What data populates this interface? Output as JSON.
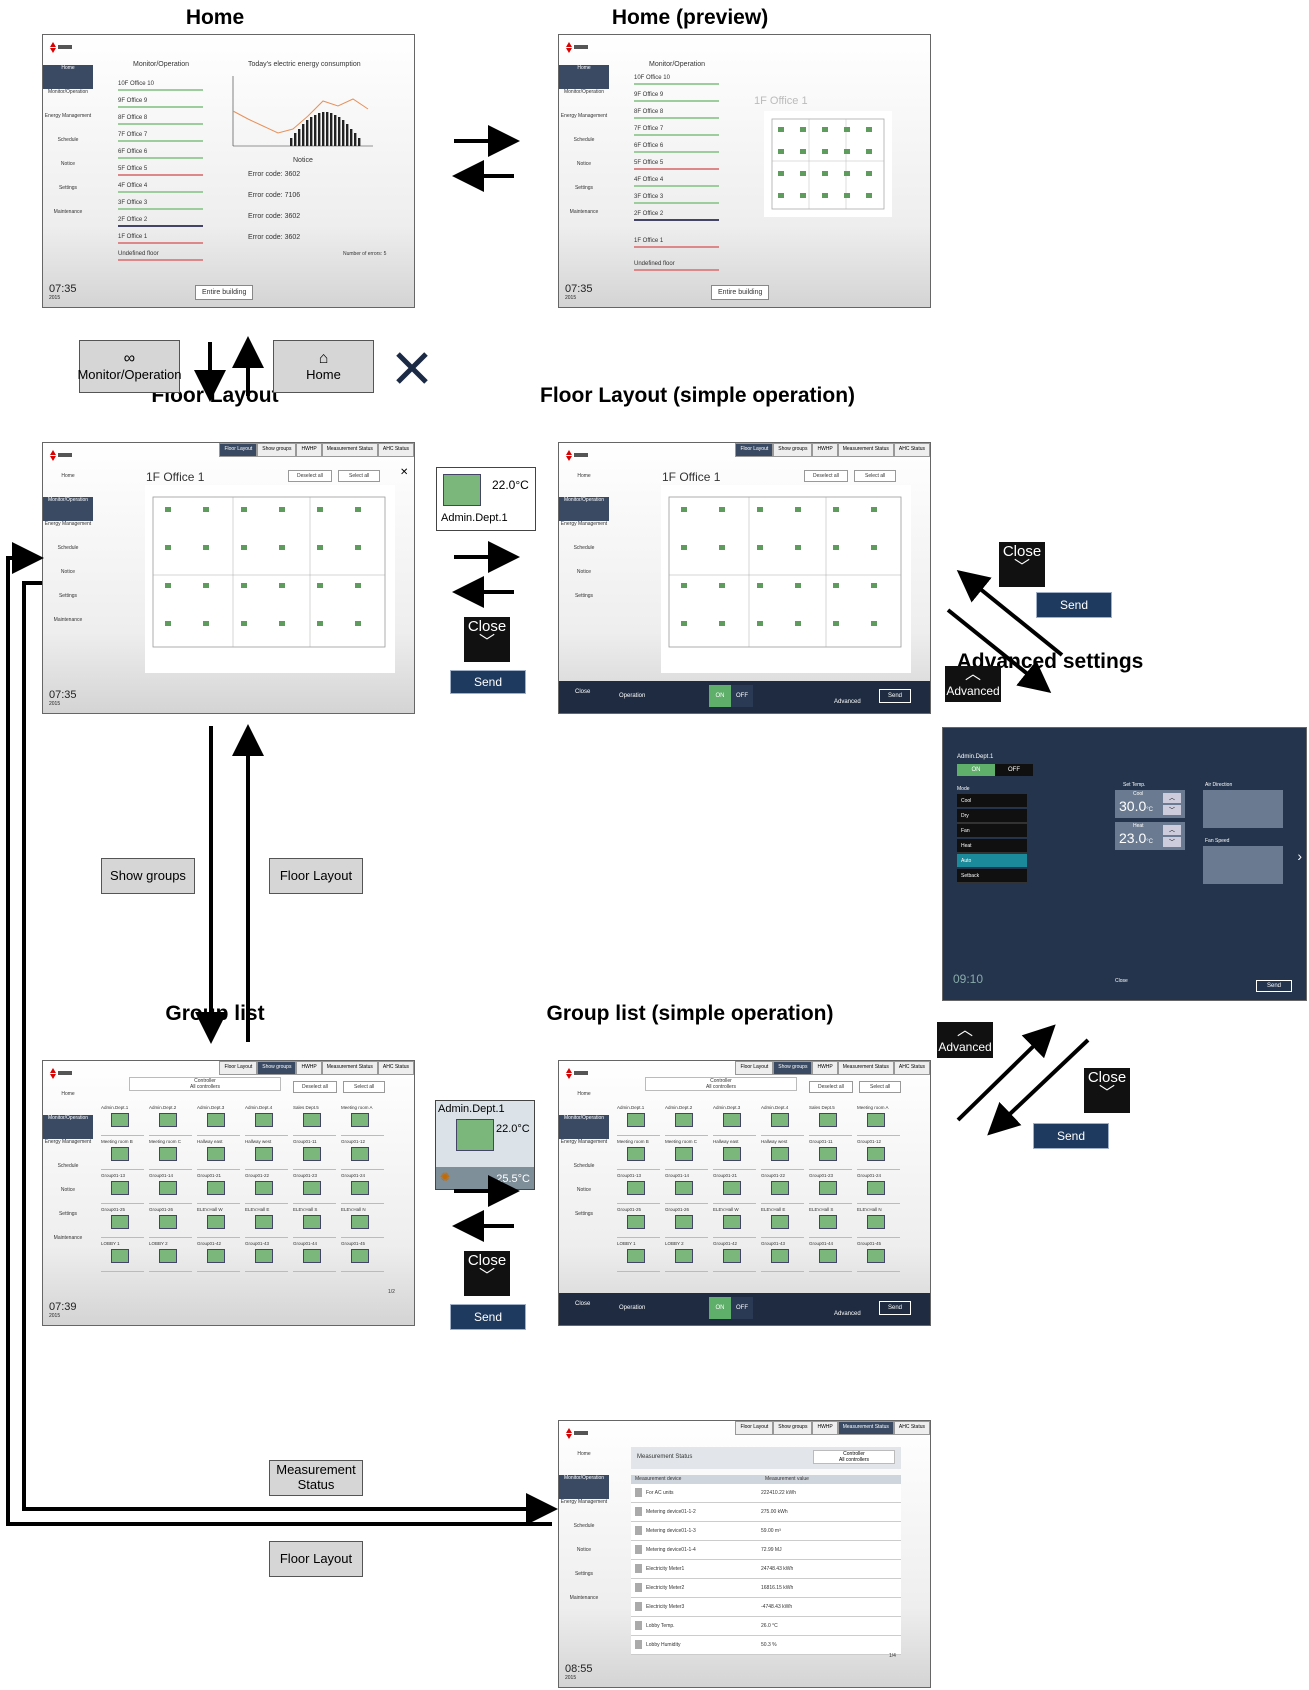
{
  "titles": {
    "home": "Home",
    "home_preview": "Home (preview)",
    "floor_layout": "Floor Layout",
    "floor_layout_simple": "Floor Layout (simple operation)",
    "advanced_settings": "Advanced settings",
    "group_list": "Group list",
    "group_list_simple": "Group list (simple operation)",
    "measurement_status": "Measurement status"
  },
  "buttons": {
    "monitor_operation": "Monitor/Operation",
    "home": "Home",
    "show_groups": "Show groups",
    "floor_layout_1": "Floor Layout",
    "measurement_status": "Measurement Status",
    "floor_layout_2": "Floor Layout"
  },
  "controls": {
    "close": "Close",
    "send": "Send",
    "advanced": "Advanced"
  },
  "popup_floor": {
    "temp": "22.0°C",
    "name": "Admin.Dept.1"
  },
  "popup_group": {
    "name": "Admin.Dept.1",
    "temp": "22.0°C",
    "room_temp": "25.5°C"
  },
  "sidebar": [
    "Home",
    "Monitor/Operation",
    "Energy Management",
    "Schedule",
    "Notice",
    "Settings",
    "Maintenance"
  ],
  "tabs": [
    "Floor Layout",
    "Show groups",
    "HWHP",
    "Measurement Status",
    "AHC Status"
  ],
  "home_screen": {
    "clock": "07:35",
    "date": "2015",
    "monitor_header": "Monitor/Operation",
    "energy_header": "Today's electric energy consumption",
    "notice_header": "Notice",
    "floors": [
      "10F Office 10",
      "9F Office 9",
      "8F Office 8",
      "7F Office 7",
      "6F Office 6",
      "5F Office 5",
      "4F Office 4",
      "3F Office 3",
      "2F Office 2",
      "1F Office 1",
      "Undefined floor"
    ],
    "errors": [
      "Error code: 3602",
      "Error code: 7106",
      "Error code: 3602",
      "Error code: 3602"
    ],
    "errors_count": "Number of errors: 5",
    "entire_building": "Entire building",
    "preview_floor": "1F Office 1",
    "undefined_floor": "Undefined floor"
  },
  "floor_screen": {
    "floor_title": "1F Office 1",
    "deselect_all": "Deselect all",
    "select_all": "Select all",
    "clock": "07:35",
    "operation": "Operation",
    "on": "ON",
    "off": "OFF"
  },
  "group_screen": {
    "controller_label": "Controller",
    "controller_value": "All controllers",
    "clock": "07:39",
    "page": "1/2",
    "groups": [
      "Admin.Dept.1",
      "Admin.Dept.2",
      "Admin.Dept.3",
      "Admin.Dept.4",
      "Sales Dept.5",
      "Meeting room A",
      "Meeting room B",
      "Meeting room C",
      "Hallway east",
      "Hallway west",
      "Group01-11",
      "Group01-12",
      "Group01-13",
      "Group01-14",
      "Group01-21",
      "Group01-22",
      "Group01-23",
      "Group01-24",
      "Group01-25",
      "Group01-26",
      "ELEV.Hall W",
      "ELEV.Hall E",
      "ELEV.Hall S",
      "ELEV.Hall N",
      "LOBBY 1",
      "LOBBY 2",
      "Group01-42",
      "Group01-43",
      "Group01-44",
      "Group01-45"
    ]
  },
  "advanced_screen": {
    "group": "Admin.Dept.1",
    "on": "ON",
    "off": "OFF",
    "mode_label": "Mode",
    "modes": [
      "Cool",
      "Dry",
      "Fan",
      "Heat",
      "Auto",
      "Setback"
    ],
    "set_temp_label": "Set Temp.",
    "cool_label": "Cool",
    "cool_value": "30.0",
    "heat_label": "Heat",
    "heat_value": "23.0",
    "unit": "°C",
    "air_direction": "Air Direction",
    "fan_speed": "Fan Speed",
    "clock": "09:10",
    "close": "Close",
    "send": "Send"
  },
  "measurement_screen": {
    "header": "Measurement Status",
    "controller_label": "Controller",
    "controller_value": "All controllers",
    "col_device": "Measurement device",
    "col_value": "Measurement value",
    "rows": [
      {
        "device": "For AC units",
        "value": "222410.22 kWh"
      },
      {
        "device": "Metering device01-1-2",
        "value": "275.00 kWh"
      },
      {
        "device": "Metering device01-1-3",
        "value": "59.00 m³"
      },
      {
        "device": "Metering device01-1-4",
        "value": "72.99 MJ"
      },
      {
        "device": "Electricity Meter1",
        "value": "24748.43 kWh"
      },
      {
        "device": "Electricity Meter2",
        "value": "16816.15 kWh"
      },
      {
        "device": "Electricity Meter3",
        "value": "-4748.43 kWh"
      },
      {
        "device": "Lobby Temp.",
        "value": "26.0 °C"
      },
      {
        "device": "Lobby Humidity",
        "value": "50.3 %"
      }
    ],
    "page": "1/4",
    "clock": "08:55",
    "date": "2015"
  },
  "colors": {
    "nav_dark": "#3a4a63",
    "send_blue": "#1f3a5f",
    "on_green": "#5fae6a",
    "auto_teal": "#1b8a9a",
    "advanced_bg": "#24344c"
  }
}
